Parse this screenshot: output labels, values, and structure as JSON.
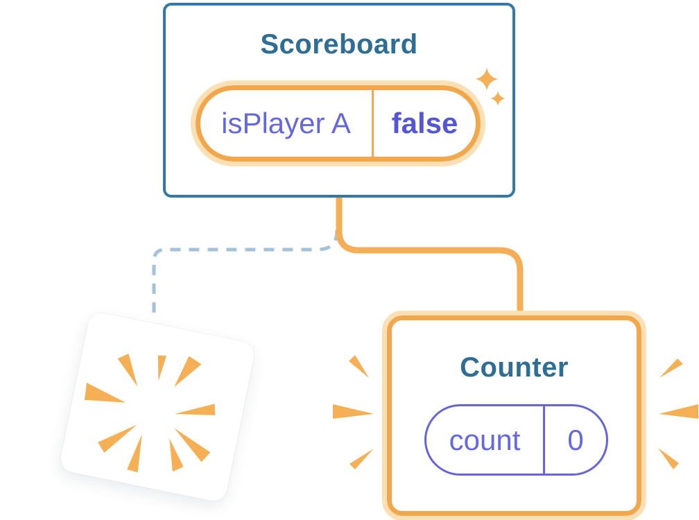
{
  "illustration": {
    "description": "React component tree diagram: Scoreboard state preserved, Counter subtree re-created, old branch destroyed",
    "background": "#ffffff",
    "colors": {
      "card_border_blue": "#3478A9",
      "title_blue": "#2E6D94",
      "orange": "#F5AE55",
      "orange_border": "#F3A74C",
      "orange_halo": "#FBE0B5",
      "purple_text": "#6567DD",
      "purple_bold_text": "#5456D6",
      "purple_border": "#6565D9",
      "dashed_connector_blue": "#A7C1D9"
    }
  },
  "scoreboard": {
    "title": "Scoreboard",
    "state": {
      "name": "isPlayer A",
      "value": "false"
    }
  },
  "counter": {
    "title": "Counter",
    "state": {
      "name": "count",
      "value": "0"
    }
  },
  "icons": {
    "sparkles": "two four-pointed stars",
    "burst_left": "three orange wedge rays",
    "burst_right": "three orange wedge rays",
    "explosion": "nine orange wedge rays radiating from card center"
  }
}
